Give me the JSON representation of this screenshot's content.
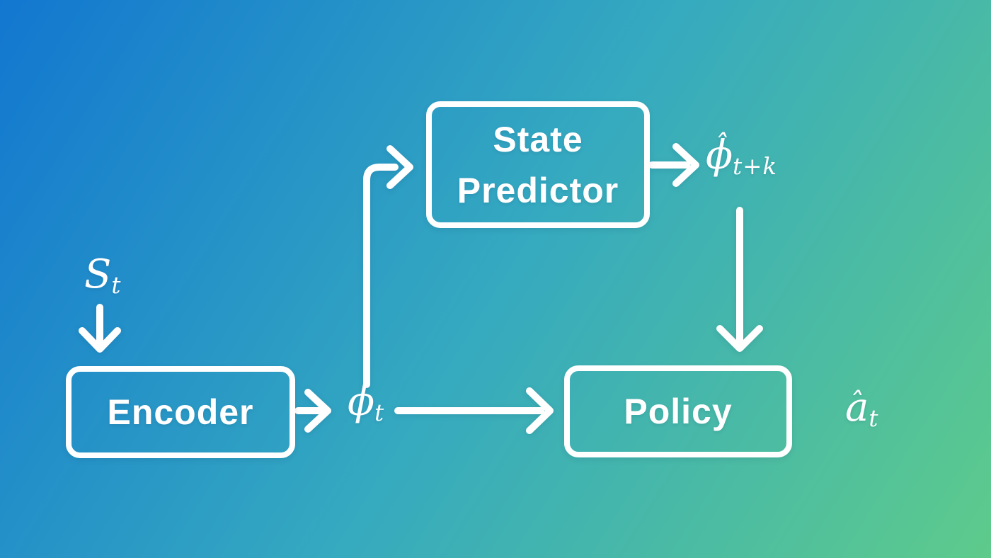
{
  "background": {
    "gradient_start": "#1277d0",
    "gradient_mid": "#35a9c0",
    "gradient_end": "#5ecb8b",
    "stroke_color": "#ffffff",
    "text_color": "#ffffff"
  },
  "nodes": {
    "state_predictor": {
      "label": "State Predictor"
    },
    "encoder": {
      "label": "Encoder"
    },
    "policy": {
      "label": "Policy"
    }
  },
  "labels": {
    "state_t": {
      "base": "S",
      "hat": "",
      "sub": "t"
    },
    "phi_t": {
      "base": "ϕ",
      "hat": "",
      "sub": "t"
    },
    "phi_hat_t_plus_k": {
      "base": "ϕ",
      "hat": "ˆ",
      "sub": "t+k"
    },
    "a_hat_t": {
      "base": "a",
      "hat": "ˆ",
      "sub": "t"
    }
  },
  "edges": [
    {
      "from": "s_t",
      "to": "encoder"
    },
    {
      "from": "encoder",
      "to": "phi_t"
    },
    {
      "from": "phi_t",
      "to": "state_predictor"
    },
    {
      "from": "phi_t",
      "to": "policy"
    },
    {
      "from": "state_predictor",
      "to": "phi_hat_t_plus_k"
    },
    {
      "from": "phi_hat_t_plus_k",
      "to": "policy"
    }
  ]
}
